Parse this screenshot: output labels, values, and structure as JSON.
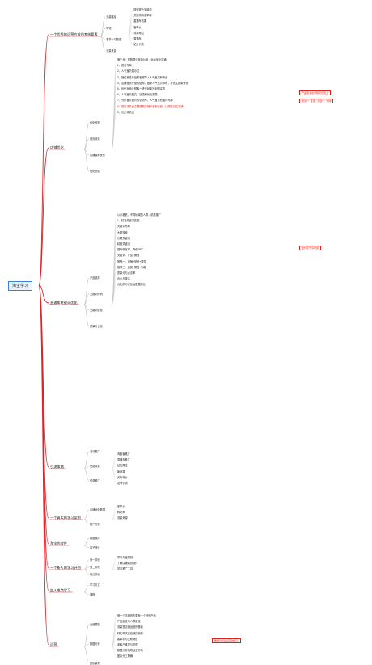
{
  "root": "淘宝学习",
  "colors": {
    "branch": "#d7262b",
    "line": "#9a9a9a",
    "accent": "#e0201b",
    "root_border": "#3b7fd9"
  },
  "branches": [
    {
      "label": "一个优秀的运营应该的考核要素",
      "children": [
        "流量路径",
        "转化",
        "客单价与数据",
        "流量来源"
      ],
      "details": [
        "搜索提升关键词",
        "关键词精准率高",
        "直通车效果",
        "客单价",
        "流量地位",
        "直通车",
        "站外引流"
      ]
    },
    {
      "label": "店铺优化",
      "children": [
        "优化步骤",
        "首页优化",
        "店铺装修优化",
        "优化思路"
      ],
      "details": [
        "第三步：找数据分析搞价值，对标优化店铺",
        "1、首页布局",
        "2、人气宝贝展示位",
        "3、把位置给产品和客服导入人气宝贝和新品",
        "4、店铺首页产品的结构，做新人气宝贝排布，考虑主推款优化",
        "5、优化页面让顾客一进来就能找到想买的",
        "6、人气宝贝图文，加强和优化视觉",
        "7、分析宝贝图片的引流率，人气宝贝的图片布局",
        "8、首页详情页主要是把店铺中各种运营，让顾客记住店铺",
        "9、优化详情页"
      ],
      "notes": [
        "产品卖点在详情页位置上",
        "建议1：首页，建议2：详情"
      ]
    },
    {
      "label": "直通车关键词优化",
      "children": [
        "产品选择",
        "关键词分析",
        "关键词优化",
        "质量分优化"
      ],
      "details": [
        "以价格低、不同地域的人群，精准推广",
        "1、精准关键词匹配",
        "关键词布局",
        "大类搜索",
        "长尾关键词",
        "精准关键词",
        "提升转化率，降低PPC",
        "关键词：产品+属性",
        "推荐一：品牌+型号+属性",
        "推荐二：品类+属性+功能",
        "质量分与点击率",
        "出价与排名",
        "优化前与优化后数据对比"
      ],
      "notes": [
        "出价高于平均值"
      ]
    },
    {
      "label": "引流策略",
      "children": [
        "活动推广",
        "免费流量",
        "付费推广"
      ],
      "details": [
        "淘宝客推广",
        "直通车推广",
        "钻石展位",
        "聚划算",
        "天天特价",
        "站外引流"
      ]
    },
    {
      "label": "一个真实的学习案例",
      "children": [
        "店铺运营数据",
        "推广方案"
      ],
      "details": [
        "客单价",
        "转化率",
        "流量来源"
      ]
    },
    {
      "label": "淘宝的软件",
      "children": [
        "数据魔方",
        "量子统计"
      ],
      "details": []
    },
    {
      "label": "一个新人的学习计划",
      "children": [
        "第一阶段",
        "第二阶段",
        "第三阶段"
      ],
      "details": [
        "学习淘宝规则",
        "了解店铺后台操作",
        "学习推广工具"
      ]
    },
    {
      "label": "加入电商学习",
      "children": [
        "学习方式",
        "课程"
      ],
      "details": []
    },
    {
      "label": "运营",
      "children": [
        "运营思路",
        "数据分析",
        "团队管理"
      ],
      "details": [
        "做一个店铺首先要有一个好的产品",
        "产品定位与人群定位",
        "流量是店铺运营的基础",
        "转化率决定店铺的销量",
        "客单价与关联销售",
        "老客户维护与复购",
        "数据分析指导运营方向",
        "团队分工明确"
      ],
      "notes": [
        "数据分析是运营的核心"
      ]
    }
  ]
}
